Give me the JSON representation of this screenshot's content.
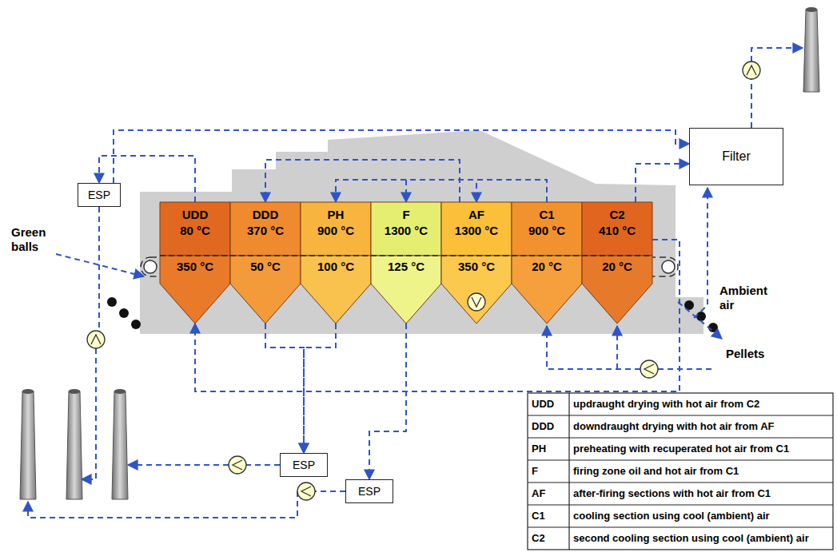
{
  "diagram": {
    "nodes": [
      {
        "text": [
          "UDD",
          "80 °C",
          "350 °C"
        ]
      },
      {
        "text": [
          "DDD",
          "370 °C",
          "50 °C"
        ]
      },
      {
        "text": [
          "PH",
          "900 °C",
          "100 °C"
        ]
      },
      {
        "text": [
          "F",
          "1300 °C",
          "125 °C"
        ]
      },
      {
        "text": [
          "AF",
          "1300 °C",
          "350 °C"
        ]
      },
      {
        "text": [
          "C1",
          "900 °C",
          "20 °C"
        ]
      },
      {
        "text": [
          "C2",
          "410 °C",
          "20 °C"
        ]
      },
      {
        "text": [
          "ESP"
        ]
      },
      {
        "text": [
          "ESP"
        ]
      },
      {
        "text": [
          "ESP"
        ]
      },
      {
        "text": [
          "Filter"
        ]
      }
    ],
    "edges": [
      {
        "from": 6,
        "to": 0,
        "arrow": "to"
      },
      {
        "from": 4,
        "to": 1,
        "arrow": "to"
      },
      {
        "from": 5,
        "to": 2,
        "arrow": "to"
      },
      {
        "from": 5,
        "to": 3,
        "arrow": "to"
      },
      {
        "from": 5,
        "to": 4,
        "arrow": "to"
      },
      {
        "from": 0,
        "to": 7,
        "arrow": "to"
      },
      {
        "from": 1,
        "to": 8,
        "arrow": "to"
      },
      {
        "from": 2,
        "to": 8,
        "arrow": "to"
      },
      {
        "from": 3,
        "to": 9,
        "arrow": "to"
      },
      {
        "from": 6,
        "to": 10,
        "arrow": "to"
      },
      {
        "from": 7,
        "to": 10,
        "arrow": "to"
      }
    ],
    "labels": [
      "Green balls",
      "Ambient air",
      "Pellets",
      "UDD",
      "updraught drying with hot air from C2",
      "DDD",
      "downdraught drying with hot air from AF",
      "PH",
      "preheating with recuperated hot air from C1",
      "F",
      "firing zone oil and hot air from C1",
      "AF",
      "after-firing sections with hot air from C1",
      "C1",
      "cooling section using cool (ambient) air",
      "C2",
      "second cooling section using cool (ambient) air"
    ]
  }
}
